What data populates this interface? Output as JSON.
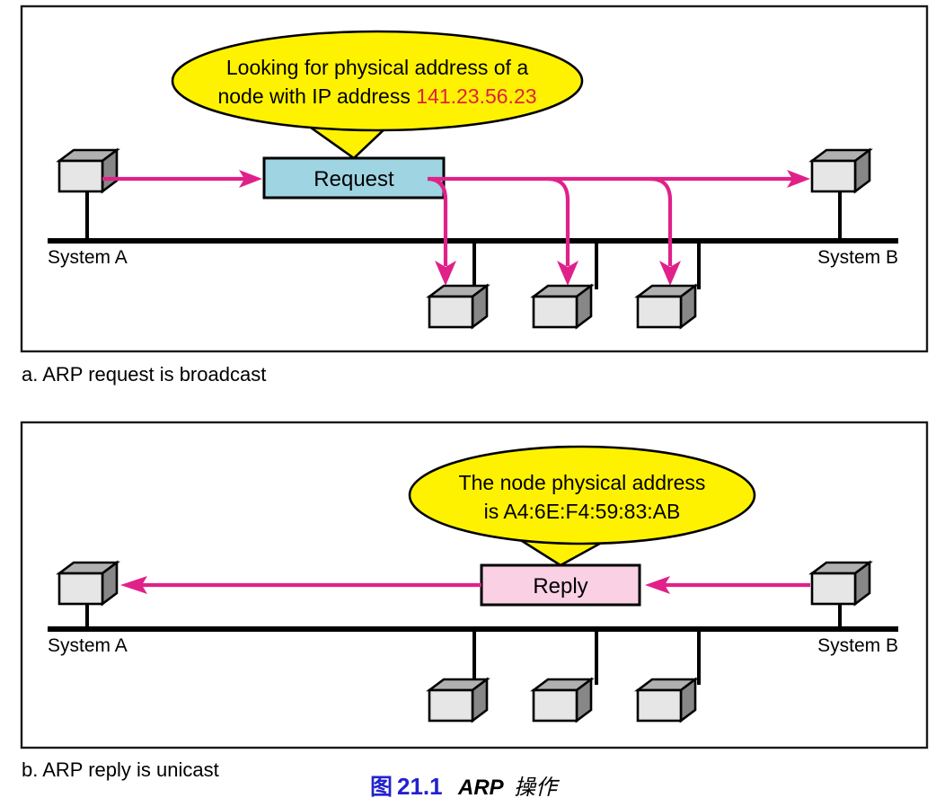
{
  "figure": {
    "title_cn_label": "图",
    "title_number": "21.1",
    "title_en": "ARP",
    "title_cn_word": "操作",
    "title_color": "#2222CC"
  },
  "colors": {
    "bubble_fill": "#FFF200",
    "flow_arrow": "#E0218A",
    "request_box": "#9FD4E3",
    "reply_box": "#F9D0E4",
    "node_front": "#E6E6E6",
    "node_top": "#B0B0B0",
    "node_side": "#878787",
    "accent_text": "#E02040"
  },
  "panels": [
    {
      "id": "panel-a",
      "caption": "a. ARP request is broadcast",
      "bubble": {
        "line1": "Looking for physical address of a",
        "line2_prefix": "node with IP address ",
        "line2_accent": "141.23.56.23"
      },
      "message_box": {
        "label": "Request",
        "type": "request"
      },
      "left_node_label": "System A",
      "right_node_label": "System B",
      "broadcast_targets": 3
    },
    {
      "id": "panel-b",
      "caption": "b. ARP reply is unicast",
      "bubble": {
        "line1": "The node physical address",
        "line2": "is A4:6E:F4:59:83:AB"
      },
      "message_box": {
        "label": "Reply",
        "type": "reply"
      },
      "left_node_label": "System A",
      "right_node_label": "System B",
      "idle_nodes": 3
    }
  ]
}
